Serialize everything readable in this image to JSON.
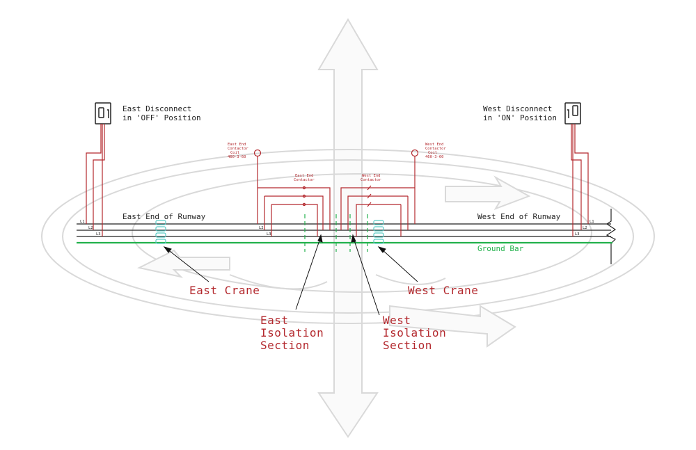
{
  "colors": {
    "wire_red": "#b3282d",
    "rail_black": "#222222",
    "ground_green": "#22b14c",
    "collector_teal": "#59c9c4",
    "watermark_grey": "#d9d9d9"
  },
  "icons": {
    "watermark": "rotation-arrows-watermark",
    "disconnect": "disconnect-switch-icon",
    "coil": "contactor-coil-icon"
  },
  "labels": {
    "east_disconnect_line1": "East Disconnect",
    "east_disconnect_line2": "in 'OFF' Position",
    "west_disconnect_line1": "West Disconnect",
    "west_disconnect_line2": "in 'ON' Position",
    "east_contactor_coil": [
      "East End",
      "Contactor",
      "Coil",
      "460-3-60"
    ],
    "west_contactor_coil": [
      "West End",
      "Contactor",
      "Coil",
      "460-3-60"
    ],
    "east_end_contactor": [
      "East End",
      "Contactor"
    ],
    "west_end_contactor": [
      "West End",
      "Contactor"
    ],
    "east_end_of_runway": "East End of Runway",
    "west_end_of_runway": "West End of Runway",
    "ground_bar": "Ground Bar",
    "east_crane": "East Crane",
    "west_crane": "West Crane",
    "east_isolation": [
      "East",
      "Isolation",
      "Section"
    ],
    "west_isolation": [
      "West",
      "Isolation",
      "Section"
    ],
    "rail_tags": {
      "east_l1": "L1",
      "east_l2": "L2",
      "east_l3": "L3",
      "mid_l2": "L2",
      "mid_l3": "L3",
      "west_l1": "L1",
      "west_l2": "L2",
      "west_l3": "L3"
    }
  }
}
